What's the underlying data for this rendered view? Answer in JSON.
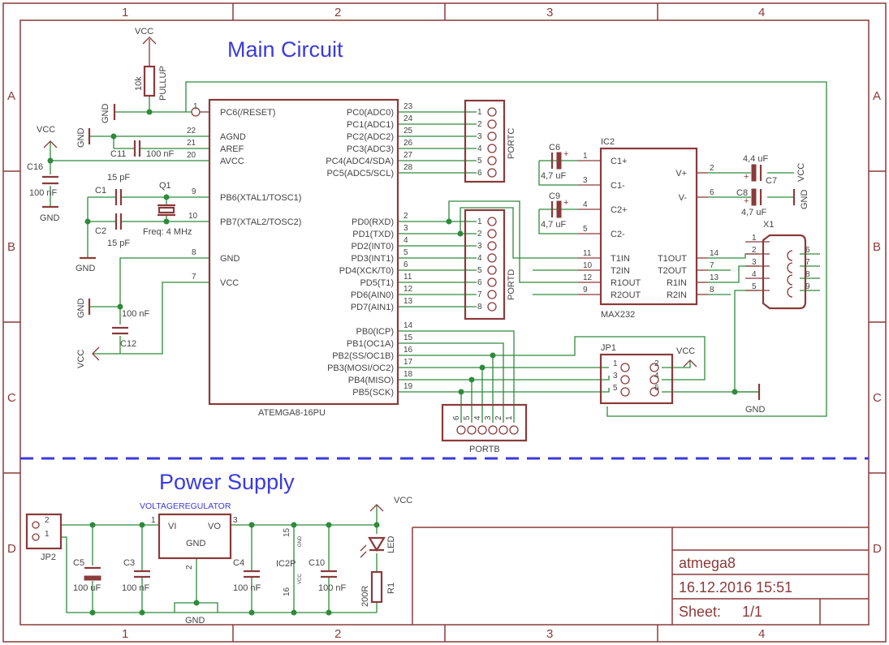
{
  "sections": {
    "main": "Main Circuit",
    "power": "Power Supply"
  },
  "frame": {
    "cols": [
      "1",
      "2",
      "3",
      "4"
    ],
    "rows": [
      "A",
      "B",
      "C",
      "D"
    ]
  },
  "titleblock": {
    "name": "atmega8",
    "date": "16.12.2016 15:51",
    "sheet_label": "Sheet:",
    "sheet_value": "1/1"
  },
  "mcu": {
    "name": "ATEMGA8-16PU",
    "left_pins": [
      {
        "num": "1",
        "label": "PC6(/RESET)"
      },
      {
        "num": "22",
        "label": "AGND"
      },
      {
        "num": "21",
        "label": "AREF"
      },
      {
        "num": "20",
        "label": "AVCC"
      },
      {
        "num": "9",
        "label": "PB6(XTAL1/TOSC1)"
      },
      {
        "num": "10",
        "label": "PB7(XTAL2/TOSC2)"
      },
      {
        "num": "8",
        "label": "GND"
      },
      {
        "num": "7",
        "label": "VCC"
      }
    ],
    "right_pins": [
      {
        "num": "23",
        "label": "PC0(ADC0)"
      },
      {
        "num": "24",
        "label": "PC1(ADC1)"
      },
      {
        "num": "25",
        "label": "PC2(ADC2)"
      },
      {
        "num": "26",
        "label": "PC3(ADC3)"
      },
      {
        "num": "27",
        "label": "PC4(ADC4/SDA)"
      },
      {
        "num": "28",
        "label": "PC5(ADC5/SCL)"
      },
      {
        "num": "2",
        "label": "PD0(RXD)"
      },
      {
        "num": "3",
        "label": "PD1(TXD)"
      },
      {
        "num": "4",
        "label": "PD2(INT0)"
      },
      {
        "num": "5",
        "label": "PD3(INT1)"
      },
      {
        "num": "6",
        "label": "PD4(XCK/T0)"
      },
      {
        "num": "11",
        "label": "PD5(T1)"
      },
      {
        "num": "12",
        "label": "PD6(AIN0)"
      },
      {
        "num": "13",
        "label": "PD7(AIN1)"
      },
      {
        "num": "14",
        "label": "PB0(ICP)"
      },
      {
        "num": "15",
        "label": "PB1(OC1A)"
      },
      {
        "num": "16",
        "label": "PB2(SS/OC1B)"
      },
      {
        "num": "17",
        "label": "PB3(MOSI/OC2)"
      },
      {
        "num": "18",
        "label": "PB4(MISO)"
      },
      {
        "num": "19",
        "label": "PB5(SCK)"
      }
    ]
  },
  "max232": {
    "name": "MAX232",
    "ref": "IC2",
    "left_pins": [
      {
        "num": "1",
        "label": "C1+"
      },
      {
        "num": "3",
        "label": "C1-"
      },
      {
        "num": "4",
        "label": "C2+"
      },
      {
        "num": "5",
        "label": "C2-"
      },
      {
        "num": "11",
        "label": "T1IN"
      },
      {
        "num": "10",
        "label": "T2IN"
      },
      {
        "num": "12",
        "label": "R1OUT"
      },
      {
        "num": "9",
        "label": "R2OUT"
      }
    ],
    "right_pins": [
      {
        "num": "2",
        "label": "V+"
      },
      {
        "num": "6",
        "label": "V-"
      },
      {
        "num": "14",
        "label": "T1OUT"
      },
      {
        "num": "7",
        "label": "T2OUT"
      },
      {
        "num": "13",
        "label": "R1IN"
      },
      {
        "num": "8",
        "label": "R2IN"
      }
    ]
  },
  "ports": {
    "portc": "PORTC",
    "portd": "PORTD",
    "portb": "PORTB",
    "portc_pins": [
      "1",
      "2",
      "3",
      "4",
      "5",
      "6"
    ],
    "portd_pins": [
      "1",
      "2",
      "3",
      "4",
      "5",
      "6",
      "7",
      "8"
    ],
    "portb_pins": [
      "6",
      "5",
      "4",
      "3",
      "2",
      "1"
    ]
  },
  "parts": {
    "vcc": "VCC",
    "gnd": "GND",
    "r_pullup_val": "10k",
    "r_pullup_name": "PULLUP",
    "c11": "C11",
    "c11_val": "100 nF",
    "c16": "C16",
    "c16_val": "100 nF",
    "c1": "C1",
    "c1_val": "15 pF",
    "c2": "C2",
    "c2_val": "15 pF",
    "q1": "Q1",
    "q1_freq": "Freq: 4 MHz",
    "c12": "C12",
    "c12_val": "100 nF",
    "c6": "C6",
    "c6_val": "4,7 uF",
    "c9": "C9",
    "c9_val": "4,7 uF",
    "c7": "C7",
    "c7_val": "4,4 uF",
    "c8": "C8",
    "c8_val": "4,7 uF",
    "x1": "X1",
    "x1_left": [
      "1",
      "2",
      "3",
      "4",
      "5"
    ],
    "x1_right": [
      "6",
      "7",
      "8",
      "9"
    ],
    "jp1": "JP1",
    "jp1_pins": [
      "1",
      "2",
      "3",
      "4",
      "5",
      "6"
    ],
    "jp2": "JP2",
    "jp2_pins": [
      "2",
      "1"
    ],
    "reg": "VOLTAGEREGULATOR",
    "reg_vi": "VI",
    "reg_vo": "VO",
    "reg_gnd": "GND",
    "reg_p1": "1",
    "reg_p3": "3",
    "reg_p2": "2",
    "c5": "C5",
    "c5_val": "100 uF",
    "c3": "C3",
    "c3_val": "100 nF",
    "c4": "C4",
    "c4_val": "100 nF",
    "c10": "C10",
    "c10_val": "100 nF",
    "ic2p": "IC2P",
    "ic2p_15": "15",
    "ic2p_16": "16",
    "ic2p_gnd": "GND",
    "ic2p_vcc": "VCC",
    "led": "LED",
    "r1": "R1",
    "r1_val": "200R"
  }
}
